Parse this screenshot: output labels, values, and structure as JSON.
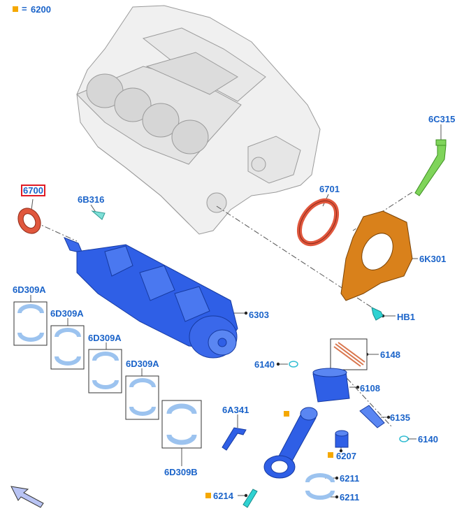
{
  "legend": {
    "equals": "=",
    "code": "6200"
  },
  "colors": {
    "label": "#1a63c9",
    "highlight": "#e01b24",
    "marker": "#f5a800",
    "crankshaft": "#2f5fe6",
    "bearing": "#9cc3ef",
    "seal": "#e0573d",
    "cover": "#d9811b",
    "dipstick": "#7fd45a",
    "rings": "#d9774f"
  },
  "callouts": {
    "c6700": "6700",
    "c6B316": "6B316",
    "c6701": "6701",
    "c6C315": "6C315",
    "c6K301": "6K301",
    "cHB1": "HB1",
    "c6303": "6303",
    "c6D309A_1": "6D309A",
    "c6D309A_2": "6D309A",
    "c6D309A_3": "6D309A",
    "c6D309A_4": "6D309A",
    "c6D309B": "6D309B",
    "c6148": "6148",
    "c6140_a": "6140",
    "c6108": "6108",
    "c6135": "6135",
    "c6140_b": "6140",
    "c6A341": "6A341",
    "c6207": "6207",
    "c6211_a": "6211",
    "c6211_b": "6211",
    "c6214": "6214"
  },
  "icons": {
    "navigation": "arrow-back-icon"
  }
}
